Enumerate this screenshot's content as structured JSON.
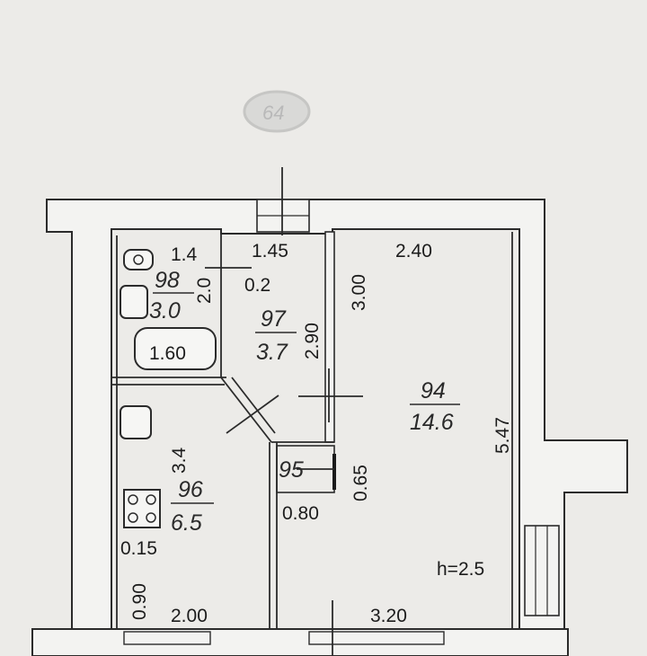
{
  "stamp": "64",
  "ceiling_height": "h=2.5",
  "rooms": [
    {
      "id": "wc",
      "number": "98",
      "area": "3.0"
    },
    {
      "id": "bath",
      "number": "97",
      "area": "3.7"
    },
    {
      "id": "living",
      "number": "94",
      "area": "14.6"
    },
    {
      "id": "kitchen",
      "number": "96",
      "area": "6.5"
    },
    {
      "id": "closet",
      "number": "95",
      "area": ""
    }
  ],
  "dimensions": {
    "wc_width": "1.4",
    "wc_length": "2.0",
    "wc_step": "0.2",
    "bath_width": "1.45",
    "bath_length": "2.90",
    "tub_length": "1.60",
    "living_top": "2.40",
    "living_upper_left": "3.00",
    "living_right": "5.47",
    "closet_depth": "0.65",
    "closet_width": "0.80",
    "kitchen_side": "3.4",
    "kitchen_small": "0.15",
    "kitchen_bottom_left": "0.90",
    "kitchen_bottom": "2.00",
    "living_bottom": "3.20"
  }
}
